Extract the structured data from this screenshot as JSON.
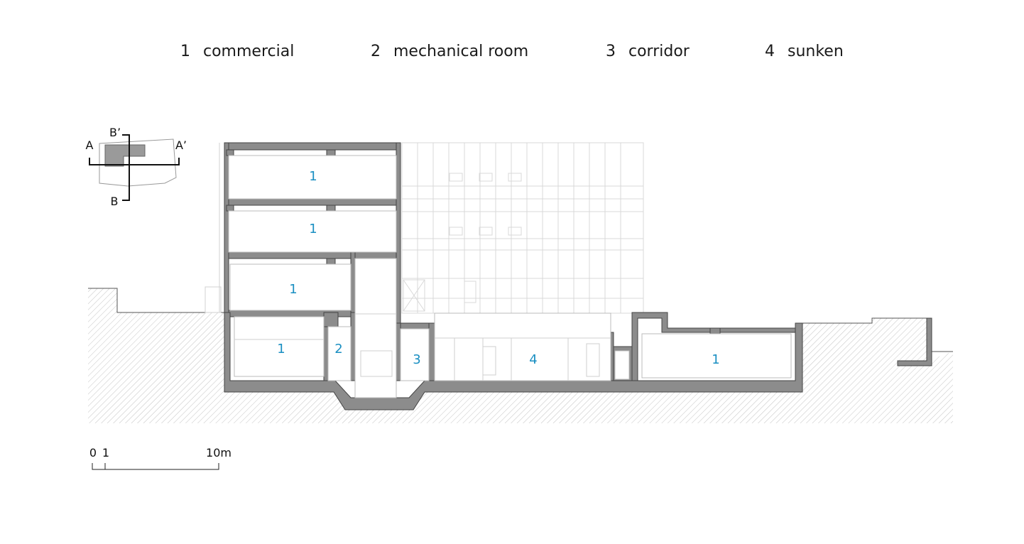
{
  "legend": [
    {
      "num": "1",
      "label": "commercial"
    },
    {
      "num": "2",
      "label": "mechanical room"
    },
    {
      "num": "3",
      "label": "corridor"
    },
    {
      "num": "4",
      "label": "sunken"
    }
  ],
  "key_plan": {
    "a": "A",
    "a_prime": "A’",
    "b": "B",
    "b_prime": "B’"
  },
  "rooms": [
    {
      "num": "1"
    },
    {
      "num": "1"
    },
    {
      "num": "1"
    },
    {
      "num": "1"
    },
    {
      "num": "2"
    },
    {
      "num": "3"
    },
    {
      "num": "4"
    },
    {
      "num": "1"
    }
  ],
  "scale_bar": {
    "zero": "0",
    "one": "1",
    "ten": "10m"
  },
  "colors": {
    "room_label": "#1a8fc2",
    "wall": "#8c8c8c",
    "line": "#333333",
    "hatch": "#c4c4c4",
    "facade": "#d8d8d8"
  }
}
